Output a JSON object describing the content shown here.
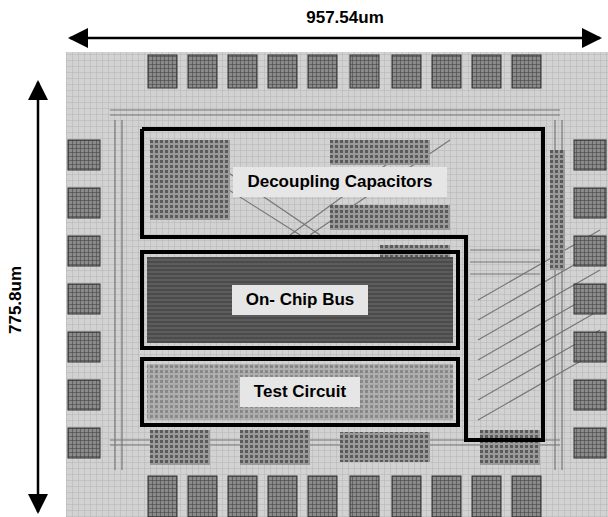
{
  "diagram": {
    "nodes": [
      {
        "text": [
          "Decoupling Capacitors"
        ]
      },
      {
        "text": [
          "On- Chip Bus"
        ]
      },
      {
        "text": [
          "Test Circuit"
        ]
      }
    ],
    "labels": [
      "957.54um",
      "775.8um"
    ]
  }
}
